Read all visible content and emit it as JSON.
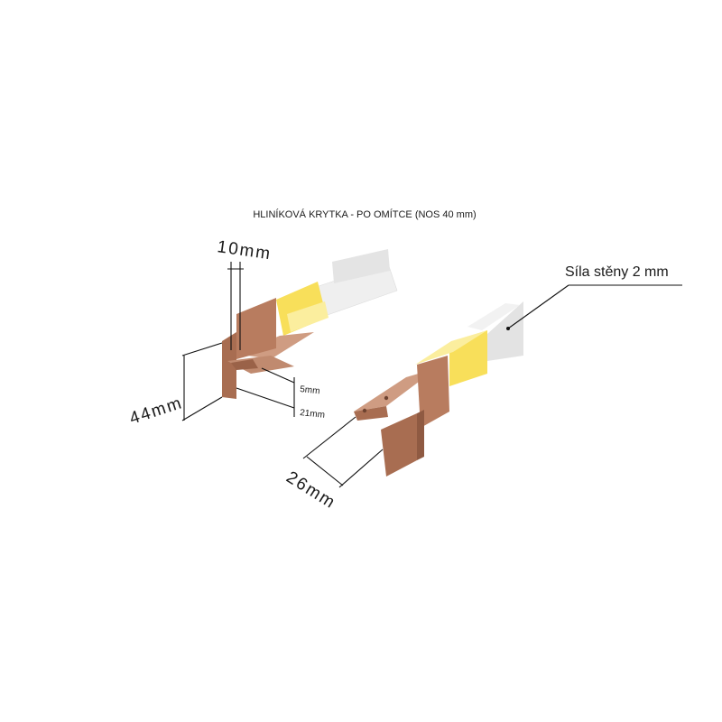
{
  "title": "HLINÍKOVÁ KRYTKA - PO OMÍTCE (NOS 40  mm)",
  "dimensions": {
    "top_width": "10mm",
    "height": "44mm",
    "offset_5": "5mm",
    "offset_21": "21mm",
    "depth": "26mm"
  },
  "note": "Síla stěny 2 mm",
  "colors": {
    "copper": "#b87c5f",
    "copper_dark": "#9a6248",
    "copper_light": "#cf9c82",
    "yellow": "#f8df5a",
    "yellow_light": "#fbee9e",
    "silver": "#e3e3e3",
    "silver_light": "#f2f2f2"
  }
}
